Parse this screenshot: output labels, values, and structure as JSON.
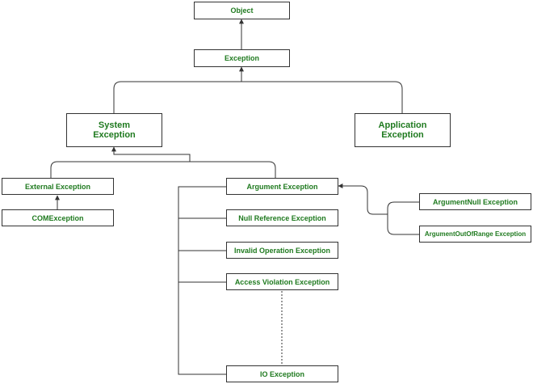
{
  "nodes": {
    "object": "Object",
    "exception": "Exception",
    "system_exception_line1": "System",
    "system_exception_line2": "Exception",
    "application_exception_line1": "Application",
    "application_exception_line2": "Exception",
    "external_exception": "External Exception",
    "com_exception": "COMException",
    "argument_exception": "Argument Exception",
    "null_reference_exception": "Null Reference Exception",
    "invalid_operation_exception": "Invalid Operation Exception",
    "access_violation_exception": "Access Violation Exception",
    "io_exception": "IO Exception",
    "argument_null_exception": "ArgumentNull Exception",
    "argument_out_of_range_exception": "ArgumentOutOfRange Exception"
  },
  "colors": {
    "text": "#1f7a1f",
    "border": "#333333",
    "line": "#333333"
  }
}
